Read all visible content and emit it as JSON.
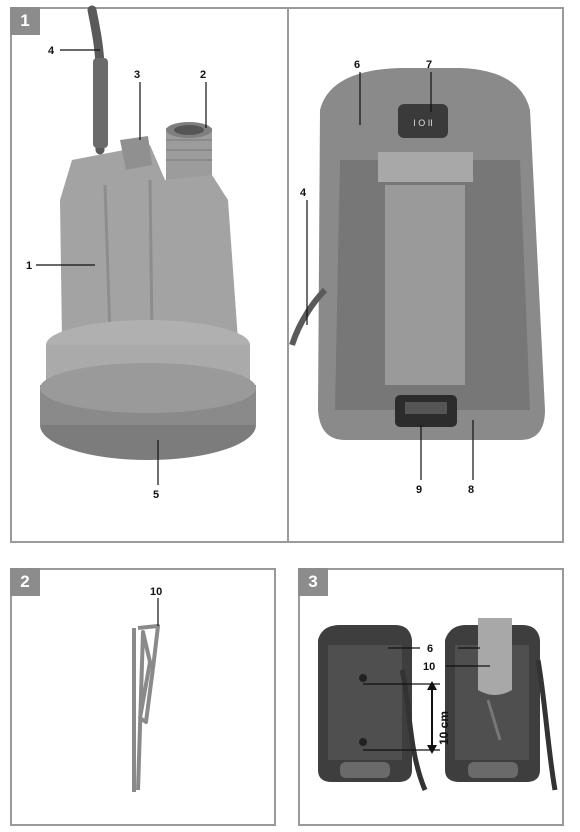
{
  "figures": [
    {
      "number": "1"
    },
    {
      "number": "2"
    },
    {
      "number": "3"
    }
  ],
  "labels": {
    "pump_body": "1",
    "outlet": "2",
    "cable_clip": "3",
    "cable_left": "4",
    "base": "5",
    "cable_right": "4",
    "housing": "6",
    "switch": "7",
    "foot": "8",
    "battery_slot": "9",
    "clip_fig2": "10",
    "housing_fig3": "6",
    "clip_fig3": "10"
  },
  "measurement": "10 cm",
  "switch_marks": "I O II"
}
